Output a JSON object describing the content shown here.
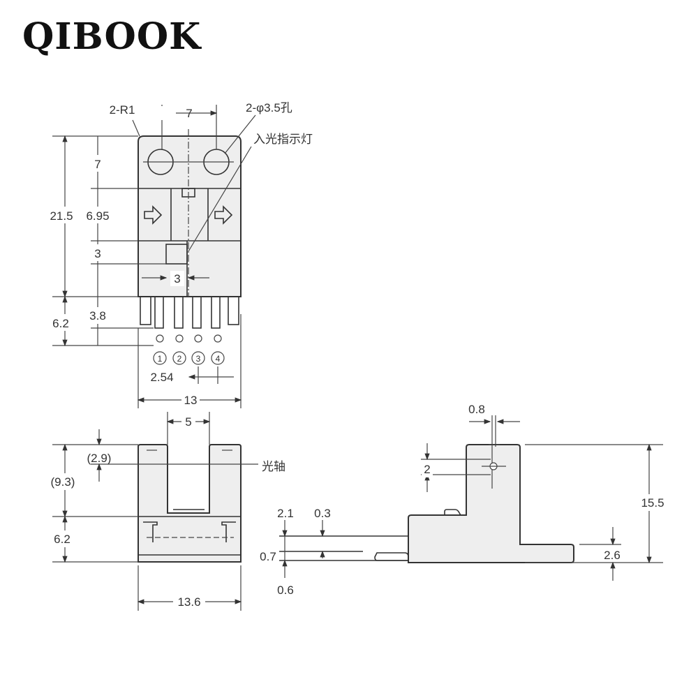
{
  "brand": "QIBOOK",
  "top_view": {
    "radius_label": "2-R1",
    "hole_spacing": "7",
    "hole_label": "2-φ3.5孔",
    "indicator_label": "入光指示灯",
    "overall_height": "21.5",
    "dim_7": "7",
    "dim_695": "6.95",
    "dim_3v": "3",
    "dim_3h": "3",
    "dim_62": "6.2",
    "dim_38": "3.8",
    "pins": [
      "1",
      "2",
      "3",
      "4"
    ],
    "pin_pitch": "2.54",
    "width": "13"
  },
  "front_view": {
    "slot_width": "5",
    "dim_29": "(2.9)",
    "dim_93": "(9.3)",
    "dim_62": "6.2",
    "width": "13.6",
    "axis_label": "光轴"
  },
  "side_view": {
    "dim_08": "0.8",
    "dim_2": "2",
    "height": "15.5",
    "dim_21": "2.1",
    "dim_03": "0.3",
    "dim_07": "0.7",
    "dim_06": "0.6",
    "dim_26": "2.6"
  }
}
